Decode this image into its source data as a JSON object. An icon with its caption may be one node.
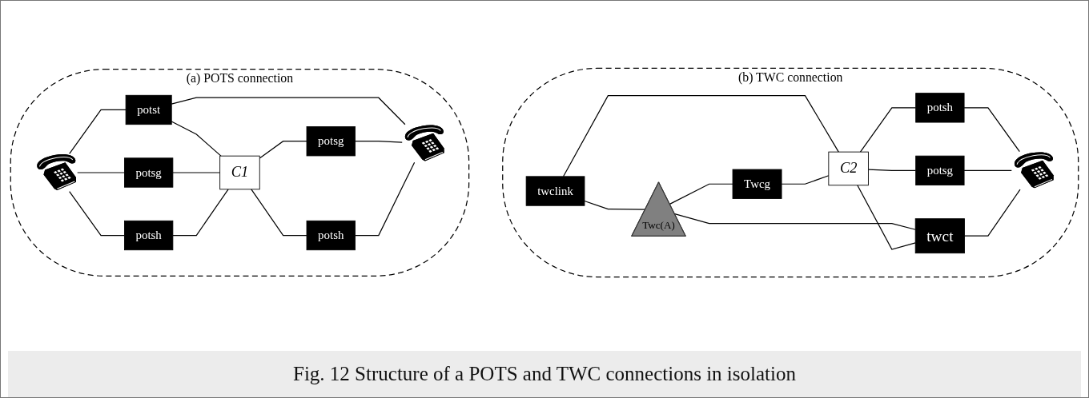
{
  "diagram": {
    "caption": "Fig. 12 Structure of a POTS and TWC connections in isolation",
    "nodes": [
      {
        "text": [
          "(a) POTS connection"
        ]
      },
      {
        "text": [
          "potst"
        ],
        "in": 0
      },
      {
        "text": [],
        "shape": "picture",
        "in": 0
      },
      {
        "text": [
          "potsg"
        ],
        "in": 0
      },
      {
        "text": [
          "C1"
        ],
        "in": 0
      },
      {
        "text": [
          "potsg"
        ],
        "in": 0
      },
      {
        "text": [],
        "shape": "picture",
        "in": 0
      },
      {
        "text": [
          "potsh"
        ],
        "in": 0
      },
      {
        "text": [
          "potsh"
        ],
        "in": 0
      },
      {
        "text": [
          "(b) TWC connection"
        ]
      },
      {
        "text": [
          "potsh"
        ],
        "in": 9
      },
      {
        "text": [
          "twclink"
        ],
        "in": 9
      },
      {
        "text": [],
        "shape": "picture",
        "in": 9
      },
      {
        "text": [
          "Twc(A)"
        ],
        "in": 9
      },
      {
        "text": [
          "Twcg"
        ],
        "in": 9
      },
      {
        "text": [
          "C2"
        ],
        "in": 9
      },
      {
        "text": [
          "potsg"
        ],
        "in": 9
      },
      {
        "text": [
          "twct"
        ],
        "in": 9
      }
    ],
    "edges": [
      {
        "from": 2,
        "to": 1,
        "arrow": "none"
      },
      {
        "from": 1,
        "to": 6,
        "arrow": "none"
      },
      {
        "from": 1,
        "to": 4,
        "arrow": "none"
      },
      {
        "from": 2,
        "to": 3,
        "arrow": "none"
      },
      {
        "from": 3,
        "to": 4,
        "arrow": "none"
      },
      {
        "from": 4,
        "to": 5,
        "arrow": "none"
      },
      {
        "from": 5,
        "to": 6,
        "arrow": "none"
      },
      {
        "from": 2,
        "to": 7,
        "arrow": "none"
      },
      {
        "from": 7,
        "to": 4,
        "arrow": "none"
      },
      {
        "from": 4,
        "to": 8,
        "arrow": "none"
      },
      {
        "from": 8,
        "to": 6,
        "arrow": "none"
      },
      {
        "from": 11,
        "to": 13,
        "arrow": "none"
      },
      {
        "from": 11,
        "to": 15,
        "arrow": "none"
      },
      {
        "from": 13,
        "to": 14,
        "arrow": "none"
      },
      {
        "from": 14,
        "to": 15,
        "arrow": "none"
      },
      {
        "from": 15,
        "to": 10,
        "arrow": "none"
      },
      {
        "from": 10,
        "to": 12,
        "arrow": "none"
      },
      {
        "from": 15,
        "to": 16,
        "arrow": "none"
      },
      {
        "from": 16,
        "to": 12,
        "arrow": "none"
      },
      {
        "from": 13,
        "to": 17,
        "arrow": "none"
      },
      {
        "from": 15,
        "to": 17,
        "arrow": "none"
      },
      {
        "from": 17,
        "to": 12,
        "arrow": "none"
      }
    ]
  }
}
